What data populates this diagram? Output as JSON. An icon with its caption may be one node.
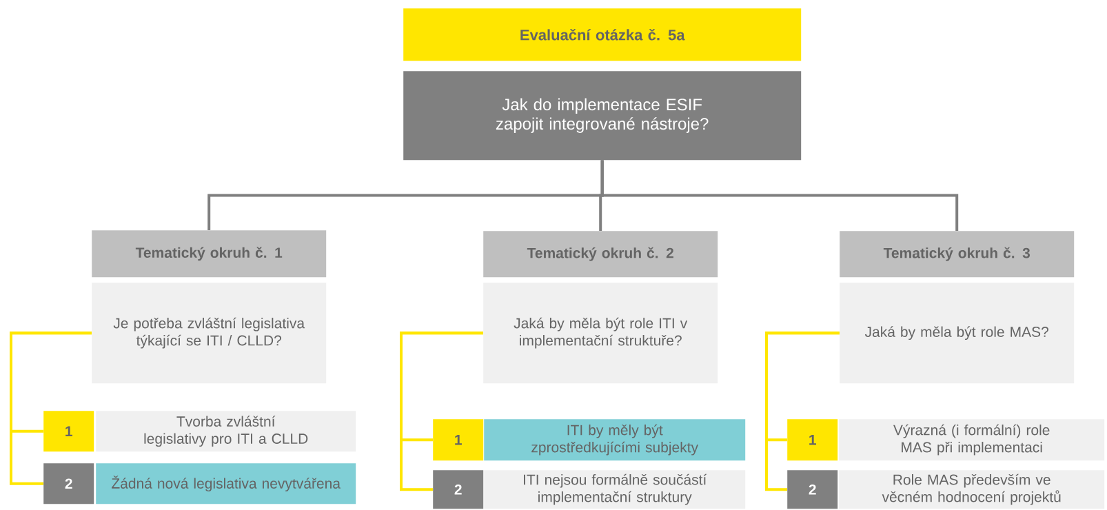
{
  "diagram": {
    "nodes": [
      {
        "text": [
          "Evaluační otázka č. 5a"
        ]
      },
      {
        "text": [
          "Jak do implementace ESIF zapojit integrované nástroje?"
        ]
      },
      {
        "text": [
          "Tematický okruh č. 1"
        ]
      },
      {
        "text": [
          "Je potřeba zvláštní legislativa týkající se ITI / CLLD?"
        ]
      },
      {
        "text": [
          "1"
        ]
      },
      {
        "text": [
          "Tvorba zvláštní legislativy pro ITI a CLLD"
        ]
      },
      {
        "text": [
          "2"
        ]
      },
      {
        "text": [
          "Žádná nová legislativa nevytvářena"
        ]
      },
      {
        "text": [
          "Tematický okruh č. 2"
        ]
      },
      {
        "text": [
          "Jaká by měla být role ITI v implementační struktuře?"
        ]
      },
      {
        "text": [
          "1"
        ]
      },
      {
        "text": [
          "ITI by měly být zprostředkujícími subjekty"
        ]
      },
      {
        "text": [
          "2"
        ]
      },
      {
        "text": [
          "ITI nejsou formálně součástí implementační struktury"
        ]
      },
      {
        "text": [
          "Tematický okruh č. 3"
        ]
      },
      {
        "text": [
          "Jaká by měla být role MAS?"
        ]
      },
      {
        "text": [
          "1"
        ]
      },
      {
        "text": [
          "Výrazná (i formální) role MAS při implementaci"
        ]
      },
      {
        "text": [
          "2"
        ]
      },
      {
        "text": [
          "Role MAS především ve věcném hodnocení projektů"
        ]
      }
    ],
    "edges": [
      {
        "from": 1,
        "to": 2,
        "arrow": "none",
        "color": "#7f7f7f"
      },
      {
        "from": 1,
        "to": 8,
        "arrow": "none",
        "color": "#7f7f7f"
      },
      {
        "from": 1,
        "to": 14,
        "arrow": "none",
        "color": "#7f7f7f"
      },
      {
        "from": 3,
        "to": 4,
        "arrow": "none",
        "color": "#ffe600"
      },
      {
        "from": 3,
        "to": 6,
        "arrow": "none",
        "color": "#ffe600"
      },
      {
        "from": 9,
        "to": 10,
        "arrow": "none",
        "color": "#ffe600"
      },
      {
        "from": 9,
        "to": 12,
        "arrow": "none",
        "color": "#ffe600"
      },
      {
        "from": 15,
        "to": 16,
        "arrow": "none",
        "color": "#ffe600"
      },
      {
        "from": 15,
        "to": 18,
        "arrow": "none",
        "color": "#ffe600"
      }
    ]
  }
}
